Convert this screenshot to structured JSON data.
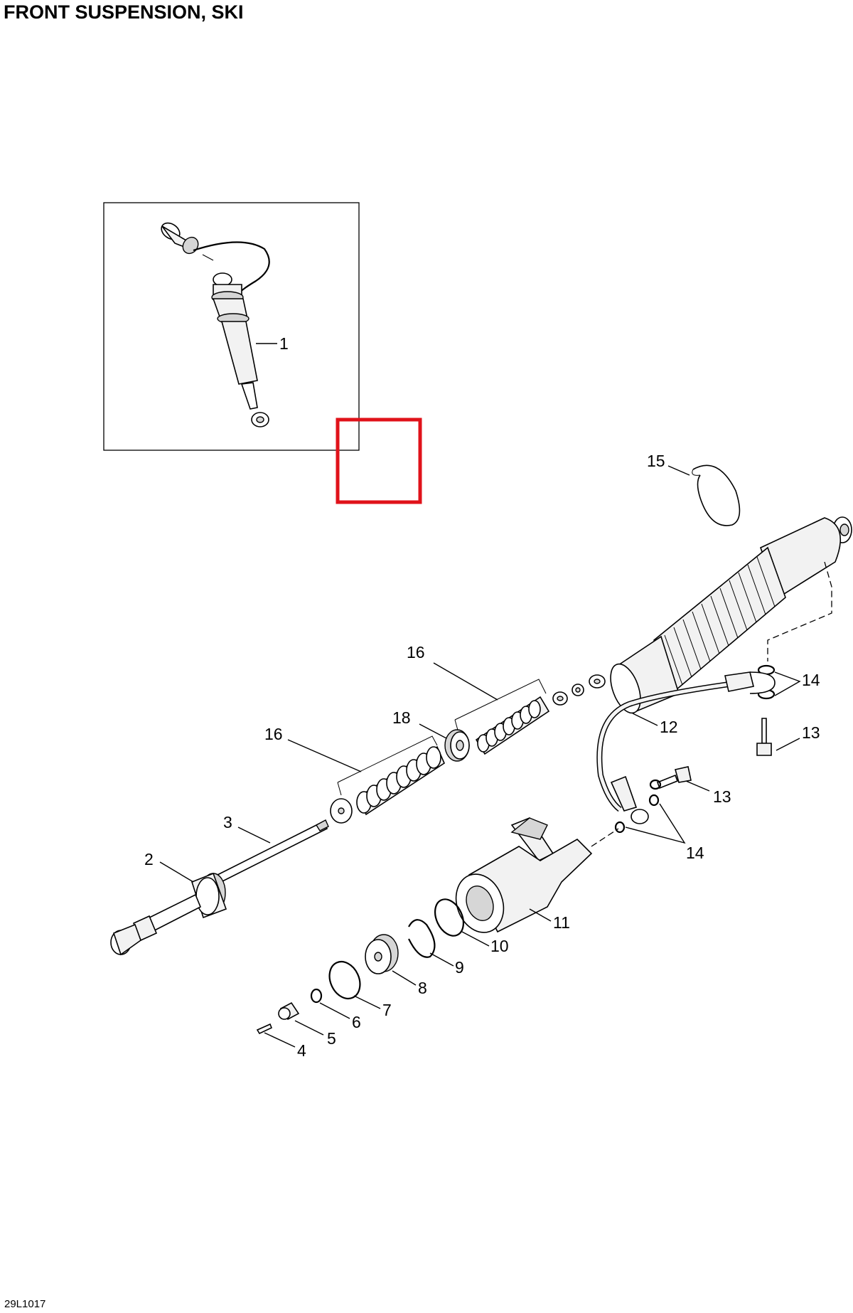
{
  "title": "FRONT SUSPENSION, SKI",
  "figure_code": "29L1017",
  "highlight_color": "#e0121a",
  "callouts": [
    {
      "id": "1",
      "label": "1"
    },
    {
      "id": "2",
      "label": "2"
    },
    {
      "id": "3",
      "label": "3"
    },
    {
      "id": "4",
      "label": "4"
    },
    {
      "id": "5",
      "label": "5"
    },
    {
      "id": "6",
      "label": "6"
    },
    {
      "id": "7",
      "label": "7"
    },
    {
      "id": "8",
      "label": "8"
    },
    {
      "id": "9",
      "label": "9"
    },
    {
      "id": "10",
      "label": "10"
    },
    {
      "id": "11",
      "label": "11"
    },
    {
      "id": "12",
      "label": "12"
    },
    {
      "id": "13a",
      "label": "13"
    },
    {
      "id": "13b",
      "label": "13"
    },
    {
      "id": "14a",
      "label": "14"
    },
    {
      "id": "14b",
      "label": "14"
    },
    {
      "id": "15",
      "label": "15"
    },
    {
      "id": "16a",
      "label": "16"
    },
    {
      "id": "16b",
      "label": "16"
    },
    {
      "id": "18",
      "label": "18"
    }
  ]
}
